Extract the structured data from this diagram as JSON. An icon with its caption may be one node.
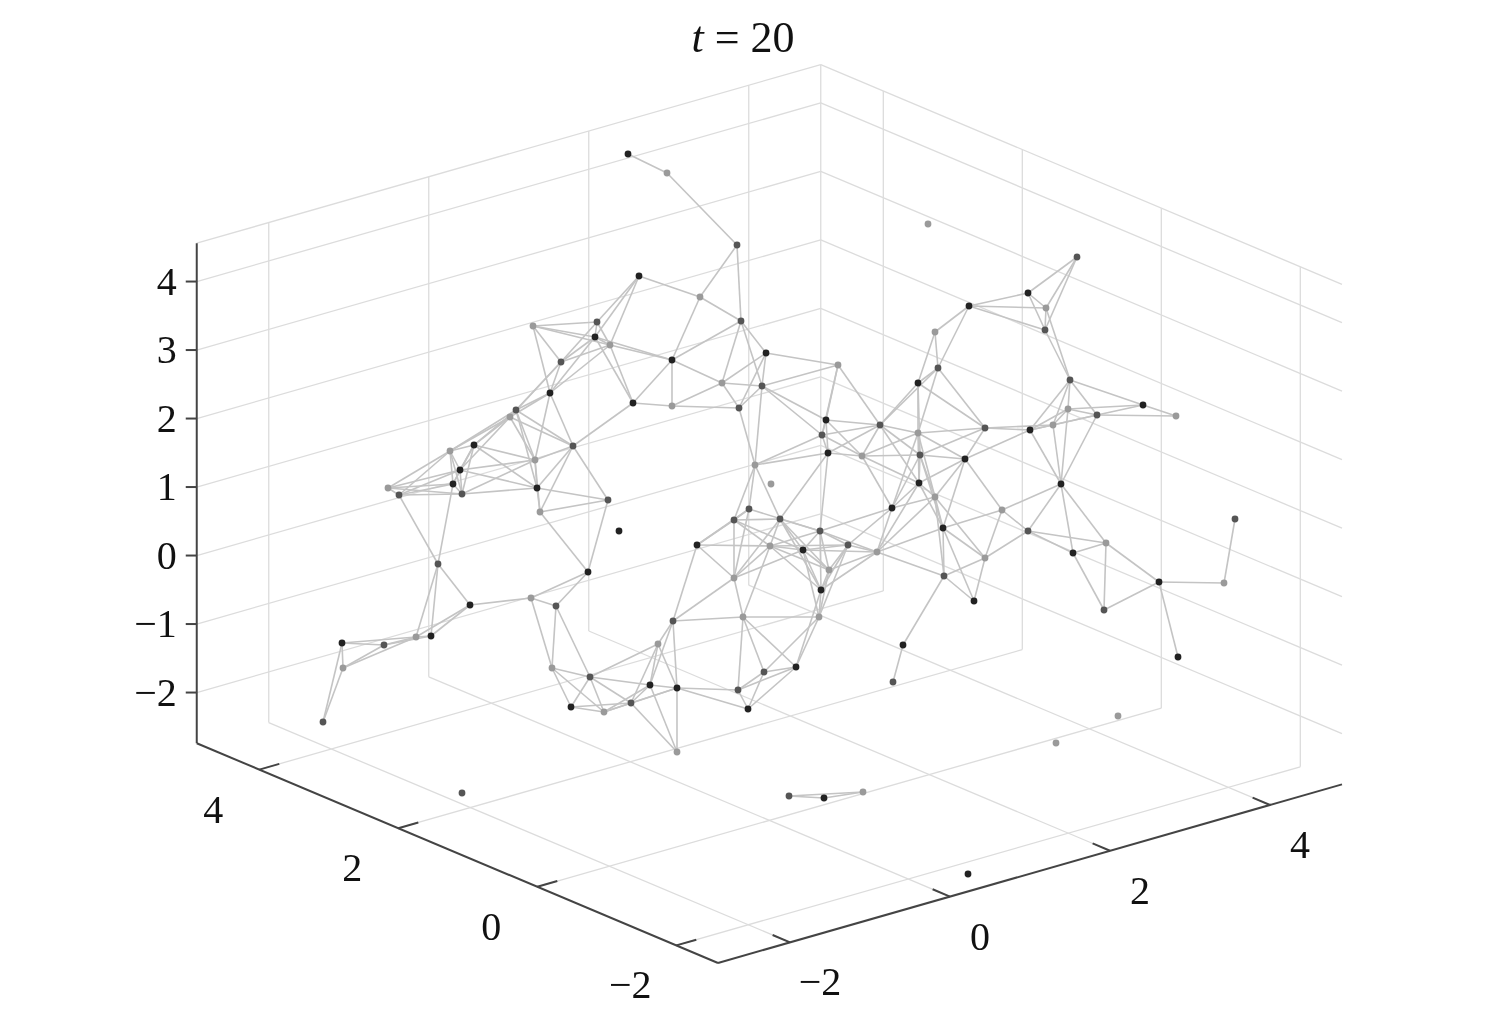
{
  "diagram": {
    "title": "*t* = 20",
    "labels": [
      "4",
      "3",
      "2",
      "1",
      "0",
      "−1",
      "−2",
      "4",
      "2",
      "0",
      "−2",
      "−2",
      "0",
      "2",
      "4"
    ]
  }
}
